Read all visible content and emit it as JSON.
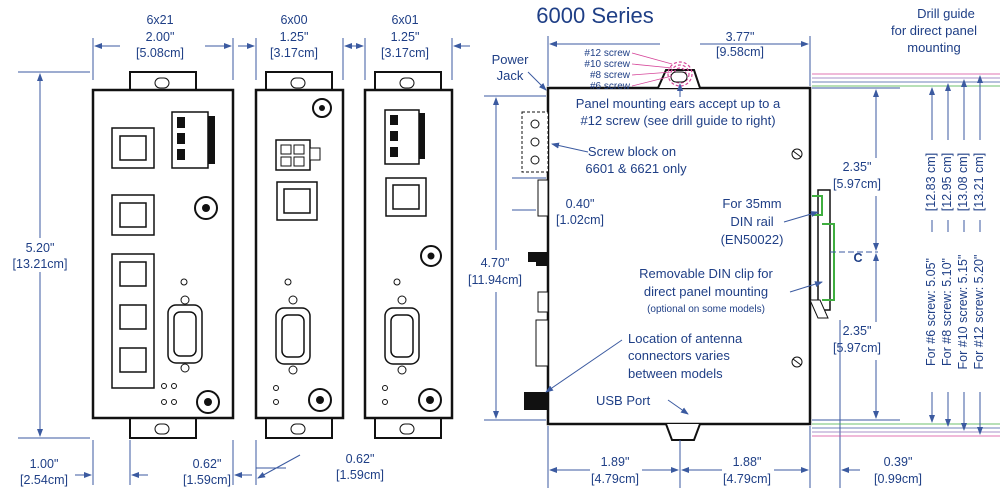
{
  "title": "6000 Series",
  "views": {
    "v6x21": {
      "name": "6x21",
      "width_in": "2.00\"",
      "width_cm": "[5.08cm]"
    },
    "v6x00": {
      "name": "6x00",
      "width_in": "1.25\"",
      "width_cm": "[3.17cm]"
    },
    "v6x01": {
      "name": "6x01",
      "width_in": "1.25\"",
      "width_cm": "[3.17cm]"
    }
  },
  "left_dims": {
    "height_in": "5.20\"",
    "height_cm": "[13.21cm]",
    "ear_offset_in": "1.00\"",
    "ear_offset_cm": "[2.54cm]",
    "ear_a_in": "0.62\"",
    "ear_a_cm": "[1.59cm]",
    "ear_b_in": "0.62\"",
    "ear_b_cm": "[1.59cm]"
  },
  "side": {
    "width_in": "3.77\"",
    "width_cm": "[9.58cm]",
    "screws": [
      "#12 screw",
      "#10 screw",
      "#8 screw",
      "#6 screw"
    ],
    "power_jack_1": "Power",
    "power_jack_2": "Jack",
    "mount_1": "Panel mounting ears accept up to a",
    "mount_2": "#12 screw  (see drill guide to right)",
    "screwblock_1": "Screw block on",
    "screwblock_2": "6601 & 6621 only",
    "d040_in": "0.40\"",
    "d040_cm": "[1.02cm]",
    "h470_in": "4.70\"",
    "h470_cm": "[11.94cm]",
    "din_1": "For 35mm",
    "din_2": "DIN rail",
    "din_3": "(EN50022)",
    "clip_1": "Removable DIN clip for",
    "clip_2": "direct panel mounting",
    "clip_3": "(optional on some models)",
    "ant_1": "Location of antenna",
    "ant_2": "connectors varies",
    "ant_3": "between models",
    "usb": "USB Port",
    "top235_in": "2.35\"",
    "top235_cm": "[5.97cm]",
    "bot235_in": "2.35\"",
    "bot235_cm": "[5.97cm]",
    "c_label": "C",
    "b189_in": "1.89\"",
    "b189_cm": "[4.79cm]",
    "b188_in": "1.88\"",
    "b188_cm": "[4.79cm]",
    "b039_in": "0.39\"",
    "b039_cm": "[0.99cm]"
  },
  "drill": {
    "title_1": "Drill guide",
    "title_2": "for direct panel",
    "title_3": "mounting",
    "cm": [
      "[12.83 cm]",
      "[12.95 cm]",
      "[13.08 cm]",
      "[13.21 cm]"
    ],
    "screws": [
      "For #6 screw: 5.05\"",
      "For #8 screw: 5.10\"",
      "For #10 screw: 5.15\"",
      "For #12 screw: 5.20\""
    ]
  }
}
